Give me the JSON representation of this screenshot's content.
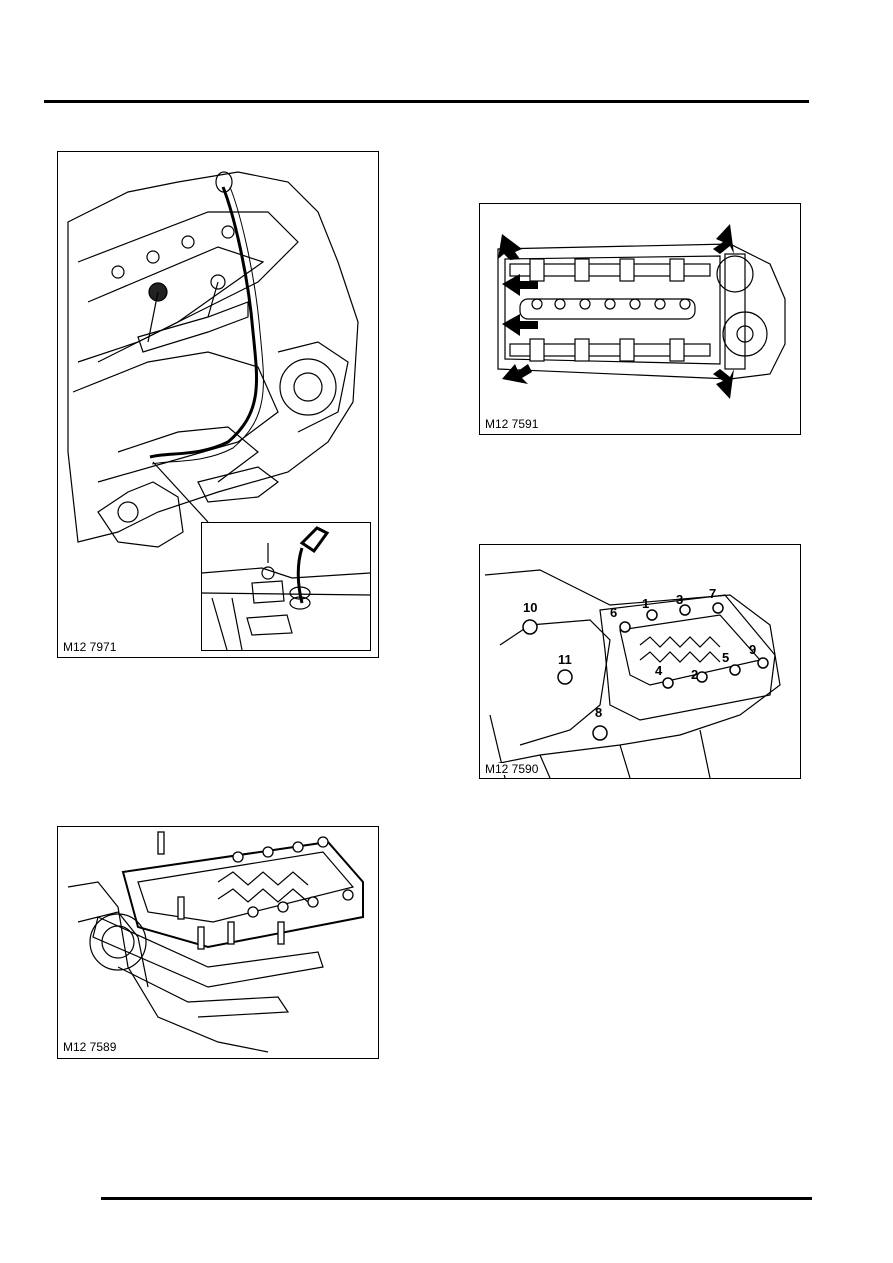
{
  "figures": {
    "fig1": {
      "caption": "M12 7971"
    },
    "fig2": {
      "caption": "M12 7591"
    },
    "fig3": {
      "caption": "M12 7590",
      "sequence": [
        "1",
        "2",
        "3",
        "4",
        "5",
        "6",
        "7",
        "8",
        "9",
        "10",
        "11"
      ]
    },
    "fig4": {
      "caption": "M12 7589"
    }
  }
}
